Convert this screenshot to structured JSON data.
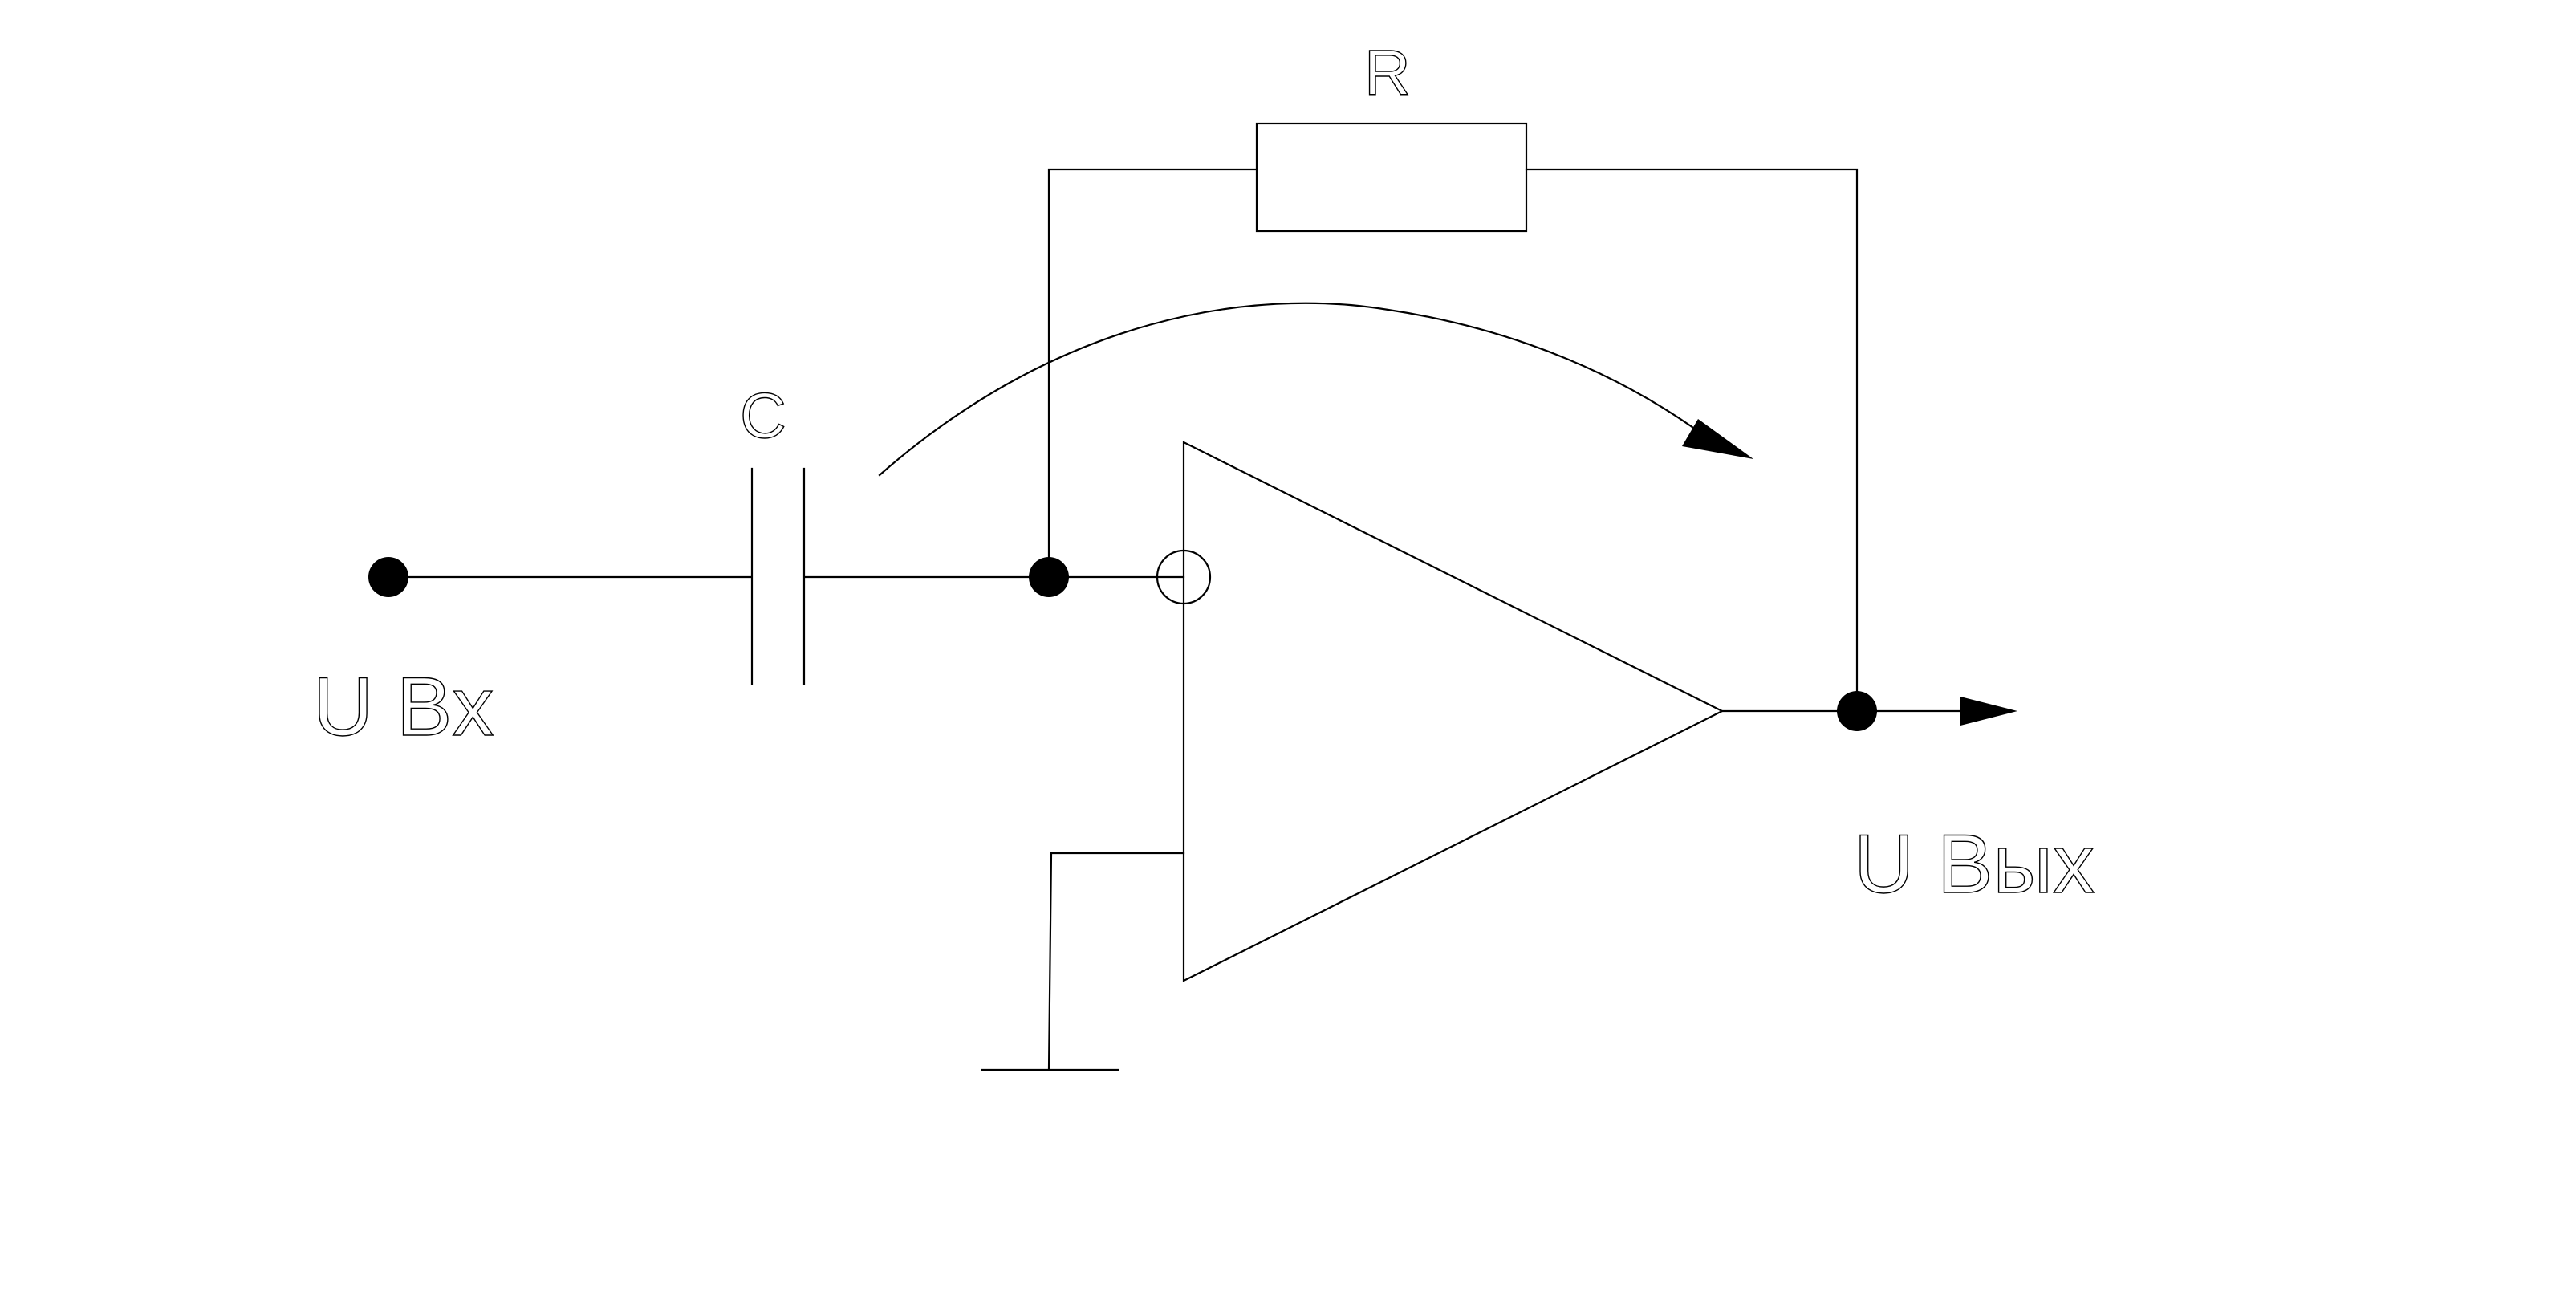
{
  "diagram": {
    "line_color": "#000000",
    "background": "#ffffff",
    "labels": {
      "resistor": "R",
      "capacitor": "C",
      "input_voltage": "U Bx",
      "output_voltage": "U Bых"
    },
    "components": {
      "resistor": {
        "type": "resistor"
      },
      "capacitor": {
        "type": "capacitor"
      },
      "op_amp": {
        "type": "operational-amplifier",
        "inverting_input_marker": "circle"
      },
      "ground": {
        "type": "ground"
      },
      "input_terminal": {
        "type": "terminal-node"
      },
      "output_terminal": {
        "type": "terminal-node",
        "output_arrow": true
      },
      "feedback_direction_arrow": {
        "type": "curved-arrow"
      }
    }
  }
}
